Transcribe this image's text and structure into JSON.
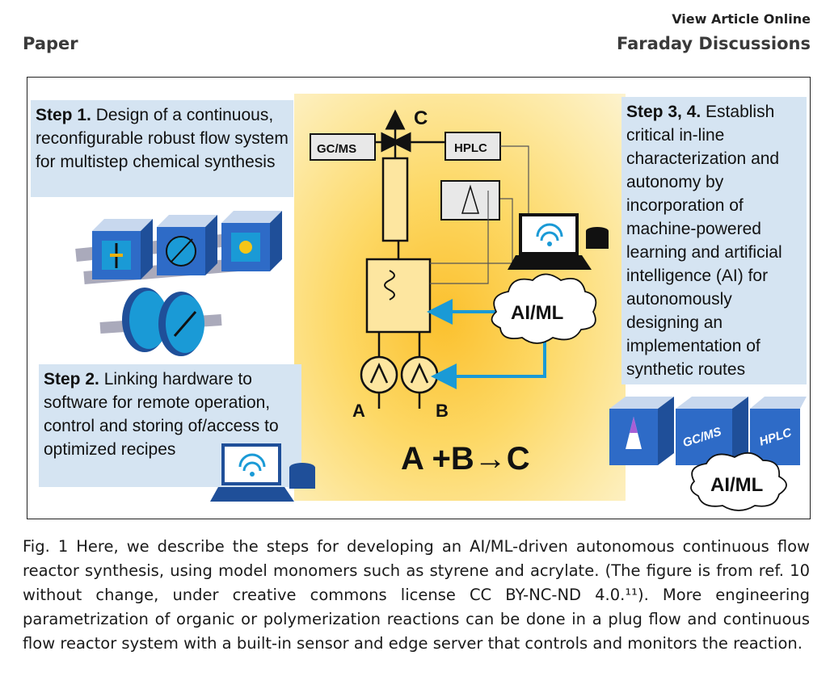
{
  "header": {
    "view_article": "View Article Online",
    "left": "Paper",
    "right": "Faraday Discussions"
  },
  "figure": {
    "step1": {
      "title": "Step 1.",
      "text": "Design of a continuous, reconfigurable robust flow system for multistep chemical synthesis"
    },
    "step2": {
      "title": "Step 2.",
      "text": "Linking hardware to software for remote operation, control and storing of/access to optimized recipes"
    },
    "step34": {
      "title": "Step 3, 4.",
      "text": "Establish critical in-line characterization and autonomy by incorporation of machine-powered learning and artificial intelligence (AI) for autonomously designing an implementation of synthetic routes"
    },
    "diagram": {
      "label_c": "C",
      "label_a": "A",
      "label_b": "B",
      "gcms": "GC/MS",
      "hplc": "HPLC",
      "aiml_center": "AI/ML",
      "aiml_right": "AI/ML",
      "cube_gcms": "GC/MS",
      "cube_hplc": "HPLC"
    },
    "reaction": "A +B→C"
  },
  "caption": {
    "label": "Fig. 1",
    "text": "Here, we describe the steps for developing an AI/ML-driven autonomous continuous flow reactor synthesis, using model monomers such as styrene and acrylate. (The figure is from ref. 10 without change, under creative commons license CC BY-NC-ND 4.0.¹¹). More engineering parametrization of organic or polymerization reactions can be done in a plug flow and continuous flow reactor system with a built-in sensor and edge server that controls and monitors the reaction."
  },
  "colors": {
    "box_bg": "#d5e4f2",
    "accent_blue": "#1a9ad6",
    "cube_blue": "#2e6bc7",
    "panel_yellow": "#fbc02d"
  }
}
